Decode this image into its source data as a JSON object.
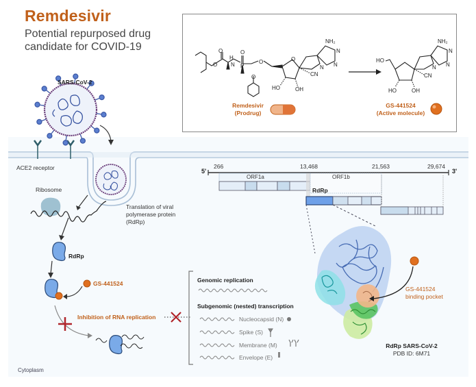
{
  "header": {
    "title": "Remdesivir",
    "subtitle": "Potential repurposed drug candidate for COVID-19"
  },
  "drug_box": {
    "prodrug": {
      "name": "Remdesivir",
      "role": "(Prodrug)",
      "icon": "capsule-icon",
      "atom_labels": [
        "O",
        "H",
        "N",
        "P",
        "O",
        "O",
        "O",
        "O",
        "HO",
        "OH",
        "CN",
        "NH2",
        "N",
        "N",
        "N"
      ]
    },
    "active": {
      "name": "GS-441524",
      "role": "(Active molecule)",
      "icon": "sphere-icon",
      "atom_labels": [
        "HO",
        "HO",
        "OH",
        "CN",
        "NH2",
        "N",
        "N",
        "N"
      ]
    },
    "arrow": "conversion-arrow"
  },
  "cell": {
    "virus_label": "SARS-CoV-2",
    "receptor_label": "ACE2 receptor",
    "ribosome_label": "Ribosome",
    "translation_label": [
      "Translation of viral",
      "polymerase protein",
      "(RdRp)"
    ],
    "rdrp_label": "RdRp",
    "drug_label": "GS-441524",
    "inhibition_label": "Inhibition of RNA replication",
    "compartment_label": "Cytoplasm"
  },
  "genome": {
    "five_prime": "5'",
    "three_prime": "3'",
    "positions": [
      "266",
      "13,468",
      "21,563",
      "29,674"
    ],
    "orf_labels": [
      "ORF1a",
      "ORF1b"
    ],
    "rdrp_label": "RdRp"
  },
  "replication": {
    "genomic_title": "Genomic replication",
    "subgenomic_title": "Subgenomic (nested) transcription",
    "items": [
      {
        "label": "Nucleocapsid (N)",
        "icon": "nucleocapsid-icon"
      },
      {
        "label": "Spike (S)",
        "icon": "spike-icon"
      },
      {
        "label": "Membrane (M)",
        "icon": "membrane-protein-icon"
      },
      {
        "label": "Envelope (E)",
        "icon": "envelope-protein-icon"
      }
    ]
  },
  "structure": {
    "pocket_label": [
      "GS-441524",
      "binding pocket"
    ],
    "protein_name": "RdRp SARS-CoV-2",
    "pdb_id": "PDB ID: 6M71"
  },
  "colors": {
    "accent": "#c0601a",
    "cell_bg": "#f6fafd",
    "membrane": "#a9bfd6",
    "protein_blue": "#5b8fd9",
    "virus_purple": "#6a3d7a",
    "inhibit_red": "#b0242a"
  }
}
